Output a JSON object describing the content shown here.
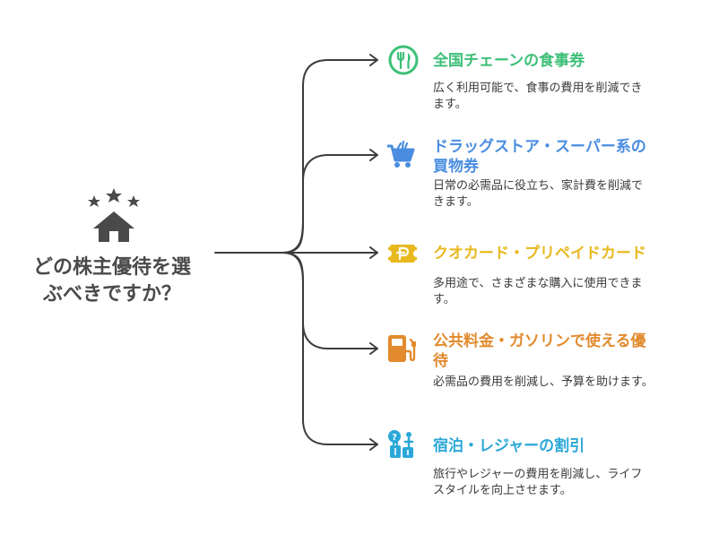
{
  "central": {
    "title_line1": "どの株主優待を選",
    "title_line2": "ぶべきですか？",
    "icon": "house-with-stars-icon"
  },
  "options": [
    {
      "title_line1": "全国チェーンの食事券",
      "title_line2": "",
      "desc_line1": "広く利用可能で、食事の費用を削減でき",
      "desc_line2": "ます。",
      "icon": "fork-knife-icon",
      "color": "#3dbf78"
    },
    {
      "title_line1": "ドラッグストア・スーパー系の",
      "title_line2": "買物券",
      "desc_line1": "日常の必需品に役立ち、家計費を削減で",
      "desc_line2": "きます。",
      "icon": "shopping-cart-icon",
      "color": "#4a8de0"
    },
    {
      "title_line1": "クオカード・プリペイドカード",
      "title_line2": "",
      "desc_line1": "多用途で、さまざまな購入に使用できま",
      "desc_line2": "す。",
      "icon": "prepaid-ticket-icon",
      "color": "#e8b91e"
    },
    {
      "title_line1": "公共料金・ガソリンで使える優",
      "title_line2": "待",
      "desc_line1": "必需品の費用を削減し、予算を助けます。",
      "desc_line2": "",
      "icon": "fuel-pump-icon",
      "color": "#e28a2d"
    },
    {
      "title_line1": "宿泊・レジャーの割引",
      "title_line2": "",
      "desc_line1": "旅行やレジャーの費用を削減し、ライフ",
      "desc_line2": "スタイルを向上させます。",
      "icon": "travel-luggage-icon",
      "color": "#2aa8d8"
    }
  ]
}
